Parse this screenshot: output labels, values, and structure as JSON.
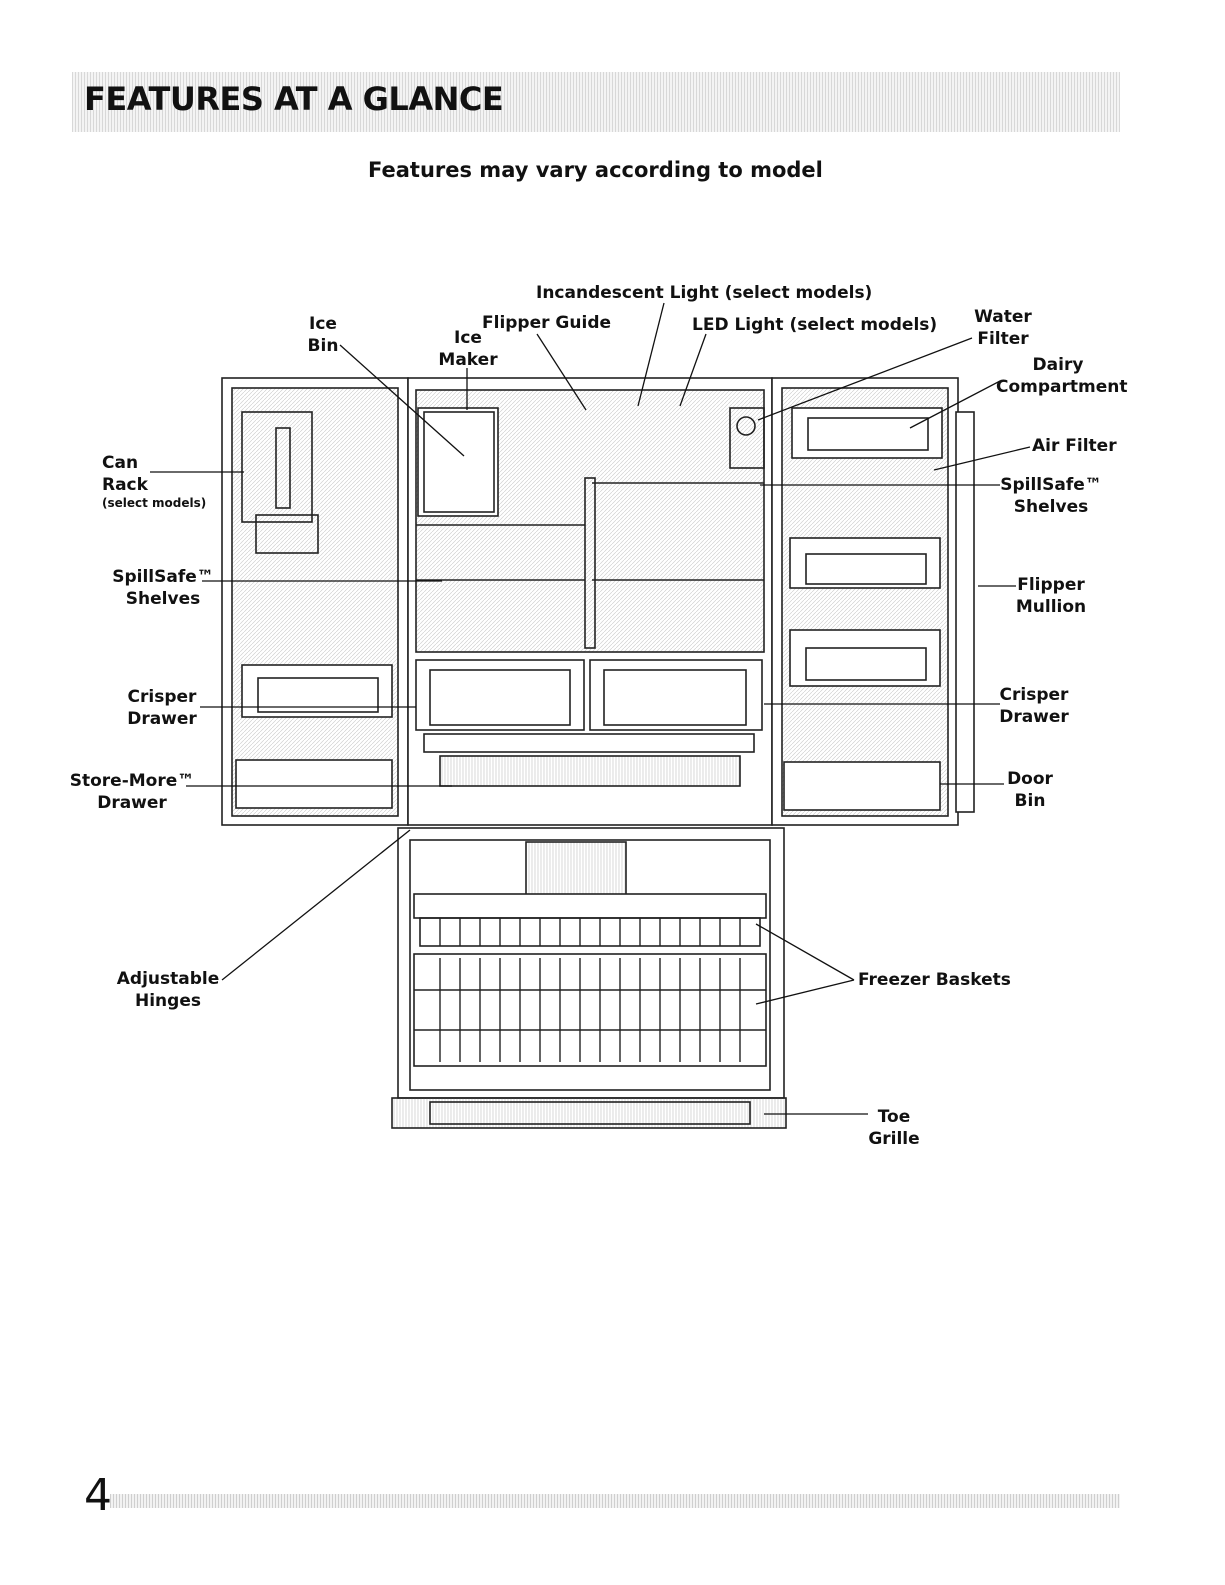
{
  "header": {
    "title": "FEATURES AT A GLANCE"
  },
  "subtitle": "Features may vary according to model",
  "labels": {
    "incandescent_light": "Incandescent Light (select models)",
    "ice_bin_1": "Ice",
    "ice_bin_2": "Bin",
    "ice_maker_1": "Ice",
    "ice_maker_2": "Maker",
    "flipper_guide": "Flipper Guide",
    "led_light": "LED Light (select models)",
    "water_filter_1": "Water",
    "water_filter_2": "Filter",
    "dairy_compartment_1": "Dairy",
    "dairy_compartment_2": "Compartment",
    "air_filter": "Air Filter",
    "can_rack_1": "Can",
    "can_rack_2": "Rack",
    "can_rack_note": "(select models)",
    "spillsafe_left_1": "SpillSafe™",
    "spillsafe_left_2": "Shelves",
    "spillsafe_right_1": "SpillSafe™",
    "spillsafe_right_2": "Shelves",
    "flipper_mullion_1": "Flipper",
    "flipper_mullion_2": "Mullion",
    "crisper_left_1": "Crisper",
    "crisper_left_2": "Drawer",
    "crisper_right_1": "Crisper",
    "crisper_right_2": "Drawer",
    "store_more_1": "Store-More™",
    "store_more_2": "Drawer",
    "door_bin_1": "Door",
    "door_bin_2": "Bin",
    "adjustable_hinges_1": "Adjustable",
    "adjustable_hinges_2": "Hinges",
    "freezer_baskets": "Freezer Baskets",
    "toe_grille_1": "Toe",
    "toe_grille_2": "Grille"
  },
  "page_number": "4"
}
